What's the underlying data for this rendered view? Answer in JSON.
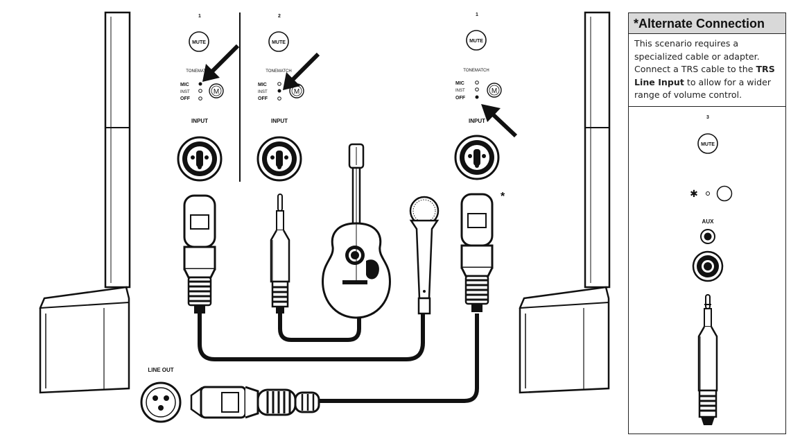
{
  "mixer": {
    "channel_left_1": "1",
    "channel_left_2": "2",
    "channel_right_1": "1",
    "mute_label": "MUTE",
    "tonematch_label": "TONEMATCH",
    "mic_label": "MIC",
    "inst_label": "INST",
    "off_label": "OFF",
    "input_label": "INPUT",
    "tonematch_button_glyph": "M"
  },
  "line_out_label": "LINE OUT",
  "asterisk": "*",
  "alternate": {
    "title": "*Alternate Connection",
    "text_before": "This scenario requires a specialized cable or adapter. Connect a TRS cable to the ",
    "text_bold": "TRS Line Input",
    "text_after": " to allow for a wider range of volume control.",
    "channel_number": "3",
    "mute_label": "MUTE",
    "bluetooth_glyph": "✱",
    "aux_label": "AUX"
  },
  "switch_states": {
    "channel_left_1": "MIC",
    "channel_left_2": "INST",
    "channel_right_1": "OFF"
  }
}
